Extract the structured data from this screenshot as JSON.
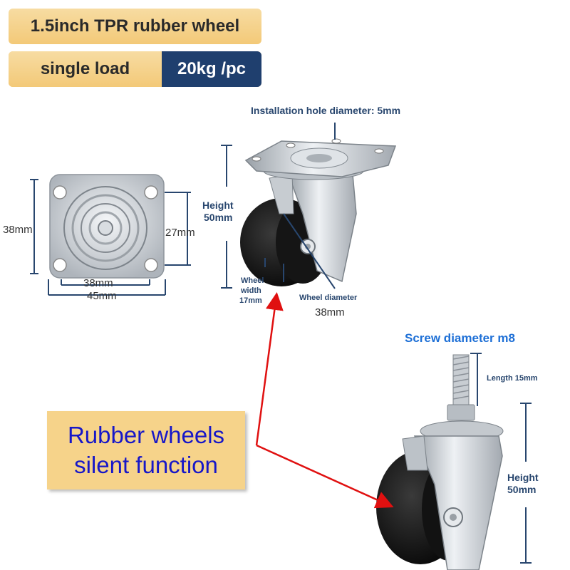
{
  "header": {
    "title": "1.5inch TPR rubber wheel",
    "load_label": "single load",
    "load_value": "20kg /pc"
  },
  "plate_dims": {
    "height_left": "38mm",
    "height_right": "27mm",
    "width_inner": "38mm",
    "width_outer": "45mm"
  },
  "top_caster": {
    "hole_label": "Installation hole diameter: 5mm",
    "height_label_1": "Height",
    "height_label_2": "50mm",
    "wheel_width_1": "Wheel",
    "wheel_width_2": "width",
    "wheel_width_3": "17mm",
    "wheel_diameter_label": "Wheel diameter",
    "wheel_diameter_value": "38mm"
  },
  "screw_caster": {
    "screw_label": "Screw diameter m8",
    "length_label": "Length 15mm",
    "height_label_1": "Height",
    "height_label_2": "50mm"
  },
  "callout": {
    "line1": "Rubber wheels",
    "line2": "silent function"
  },
  "colors": {
    "accent_gold": "#f3c978",
    "navy": "#1f3f6e",
    "dimension_blue": "#28466e",
    "arrow_red": "#e01010",
    "callout_text": "#1717c8"
  }
}
